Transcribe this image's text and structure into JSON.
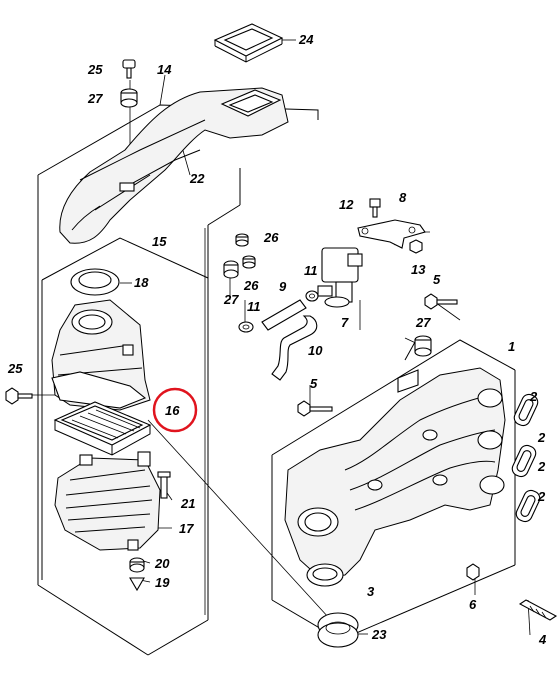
{
  "diagram": {
    "highlight_color": "#e0141e",
    "highlighted_part": "16",
    "callouts": {
      "c1": "1",
      "c2a": "2",
      "c2b": "2",
      "c2c": "2",
      "c2d": "2",
      "c3": "3",
      "c4": "4",
      "c5a": "5",
      "c5b": "5",
      "c6": "6",
      "c7": "7",
      "c8": "8",
      "c9": "9",
      "c10": "10",
      "c11a": "11",
      "c11b": "11",
      "c12": "12",
      "c13": "13",
      "c14": "14",
      "c15": "15",
      "c16": "16",
      "c17": "17",
      "c18": "18",
      "c19": "19",
      "c20": "20",
      "c21": "21",
      "c22": "22",
      "c23": "23",
      "c24": "24",
      "c25a": "25",
      "c25b": "25",
      "c26a": "26",
      "c26b": "26",
      "c27a": "27",
      "c27b": "27",
      "c27c": "27"
    }
  }
}
